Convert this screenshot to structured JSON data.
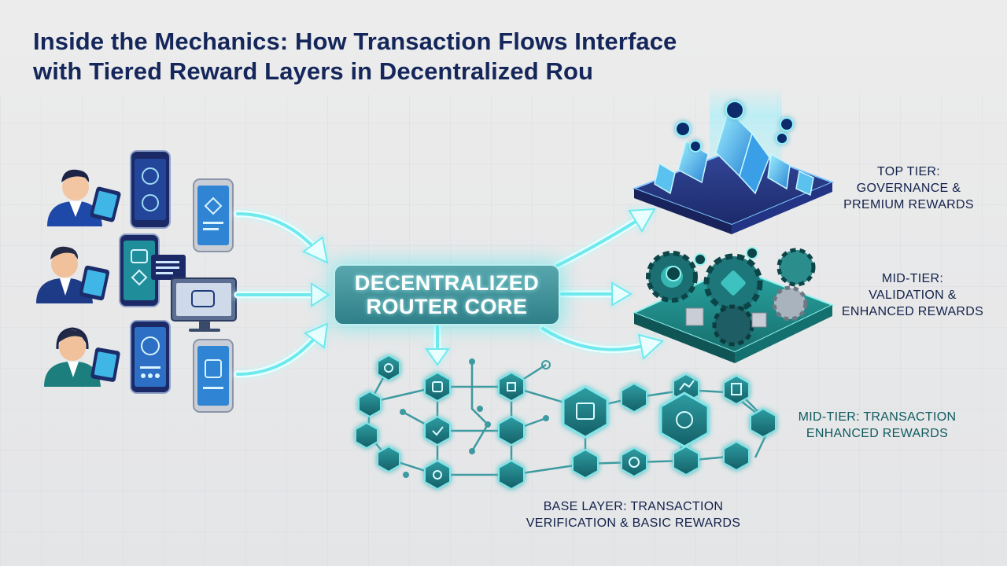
{
  "title": {
    "line1": "Inside the Mechanics: How Transaction Flows Interface",
    "line2": "with Tiered Reward Layers in Decentralized Rou"
  },
  "core": {
    "line1": "DECENTRALIZED",
    "line2": "ROUTER CORE"
  },
  "tiers": {
    "top": {
      "line1": "TOP TIER:",
      "line2": "GOVERNANCE &",
      "line3": "PREMIUM REWARDS"
    },
    "mid": {
      "line1": "MID-TIER:",
      "line2": "VALIDATION &",
      "line3": "ENHANCED REWARDS"
    },
    "mid_transaction": {
      "line1": "MID-TIER: TRANSACTION",
      "line2": "ENHANCED REWARDS"
    },
    "base": {
      "line1": "BASE LAYER: TRANSACTION",
      "line2": "VERIFICATION & BASIC REWARDS"
    }
  },
  "colors": {
    "navy": "#14265a",
    "teal": "#2aa8a8",
    "glow": "#6fe9ee",
    "hex_fill": "#1f7f84",
    "platform_blue": "#2b3f8f",
    "platform_teal": "#1b7f80"
  },
  "icons": {
    "users": [
      "user-with-tablet-icon",
      "user-with-tablet-icon",
      "user-with-headset-icon"
    ],
    "devices": [
      "smartphone-icon",
      "tablet-icon",
      "monitor-icon"
    ],
    "top_tier": [
      "crystal-blocks-icon",
      "coin-icon"
    ],
    "mid_tier": [
      "gear-icon",
      "coin-icon"
    ],
    "base_layer": [
      "hexagon-node-icon",
      "network-link-icon"
    ]
  }
}
